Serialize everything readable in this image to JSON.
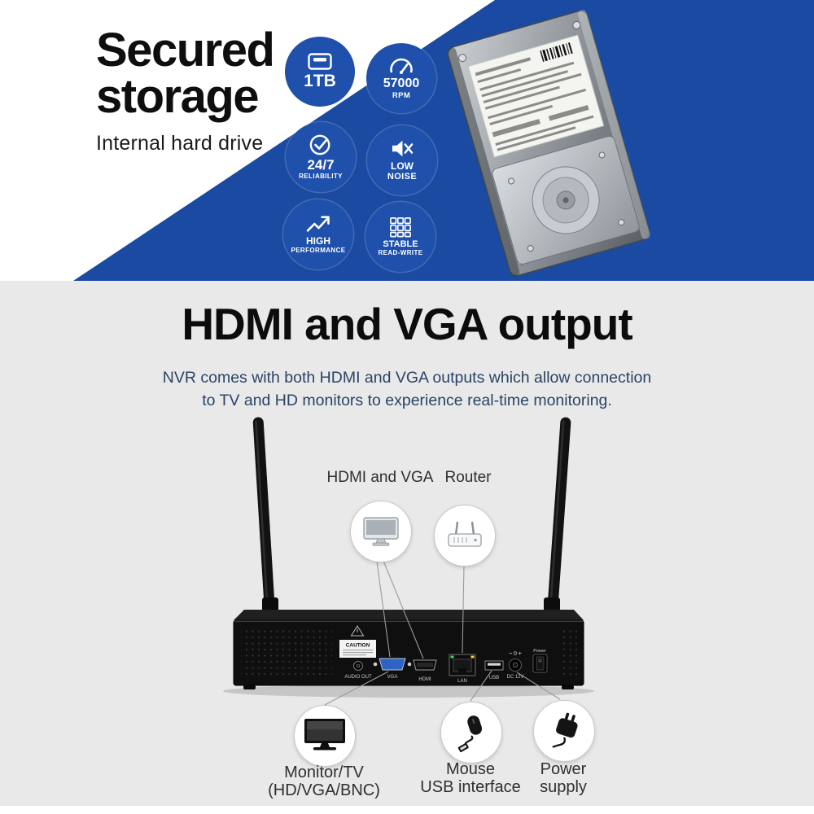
{
  "colors": {
    "accent_blue": "#1b4aa2",
    "badge_blue": "#1e50ac",
    "section_gray": "#e9e9e9",
    "navy_text": "#2a4365"
  },
  "storage": {
    "title_line1": "Secured",
    "title_line2": "storage",
    "subtitle": "Internal hard drive",
    "badges": [
      {
        "icon": "hard-drive-icon",
        "label": "1TB",
        "sublabel": ""
      },
      {
        "icon": "speedometer-icon",
        "label": "57000",
        "sublabel": "RPM"
      },
      {
        "icon": "check-circle-icon",
        "label": "24/7",
        "sublabel": "RELIABILITY"
      },
      {
        "icon": "mute-speaker-icon",
        "label": "LOW",
        "sublabel": "NOISE"
      },
      {
        "icon": "trend-up-icon",
        "label": "HIGH",
        "sublabel": "PERFORMANCE"
      },
      {
        "icon": "grid-icon",
        "label": "STABLE",
        "sublabel": "READ-WRITE"
      }
    ]
  },
  "output": {
    "title": "HDMI and VGA output",
    "description_line1": "NVR comes with both HDMI and VGA outputs which allow connection",
    "description_line2": "to TV and HD monitors to experience real-time monitoring.",
    "callout_hdmi_vga": "HDMI and VGA",
    "callout_router": "Router",
    "nvr": {
      "caution": "CAUTION",
      "power": "Power",
      "ports": [
        {
          "label": "AUDIO OUT"
        },
        {
          "label": "VGA"
        },
        {
          "label": "HDMI"
        },
        {
          "label": "LAN"
        },
        {
          "label": "USB"
        },
        {
          "label": "DC 12V"
        }
      ]
    },
    "callout_monitor_line1": "Monitor/TV",
    "callout_monitor_line2": "(HD/VGA/BNC)",
    "callout_mouse_line1": "Mouse",
    "callout_mouse_line2": "USB interface",
    "callout_power_line1": "Power",
    "callout_power_line2": "supply"
  }
}
